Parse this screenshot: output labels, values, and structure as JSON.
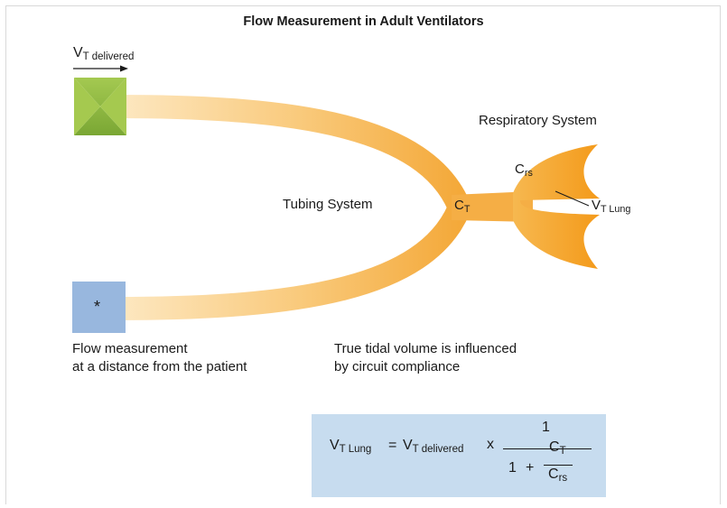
{
  "title": "Flow Measurement in Adult Ventilators",
  "labels": {
    "vt_delivered": {
      "main": "V",
      "sub": "T delivered"
    },
    "respiratory_system": "Respiratory System",
    "tubing_system": "Tubing System",
    "ct": {
      "main": "C",
      "sub": "T"
    },
    "crs": {
      "main": "C",
      "sub": "rs"
    },
    "vt_lung": {
      "main": "V",
      "sub": "T Lung"
    },
    "sensor_symbol": "*"
  },
  "descriptions": {
    "left": [
      "Flow measurement",
      "at a distance from the patient"
    ],
    "right": [
      "True tidal volume is influenced",
      "by circuit compliance"
    ]
  },
  "formula": {
    "lhs": {
      "main": "V",
      "sub": "T Lung"
    },
    "equals": "=",
    "rhs": {
      "main": "V",
      "sub": "T delivered"
    },
    "times": "x",
    "numerator": "1",
    "den_one": "1",
    "den_plus": "+",
    "ct": {
      "main": "C",
      "sub": "T"
    },
    "crs": {
      "main": "C",
      "sub": "rs"
    }
  },
  "colors": {
    "tube_dark": "#f4a93a",
    "tube_light": "#fde7bd",
    "lung": "#f5a623",
    "valve": "#8db83e",
    "sensor": "#98b7de",
    "formula_bg": "#c7dcef"
  }
}
